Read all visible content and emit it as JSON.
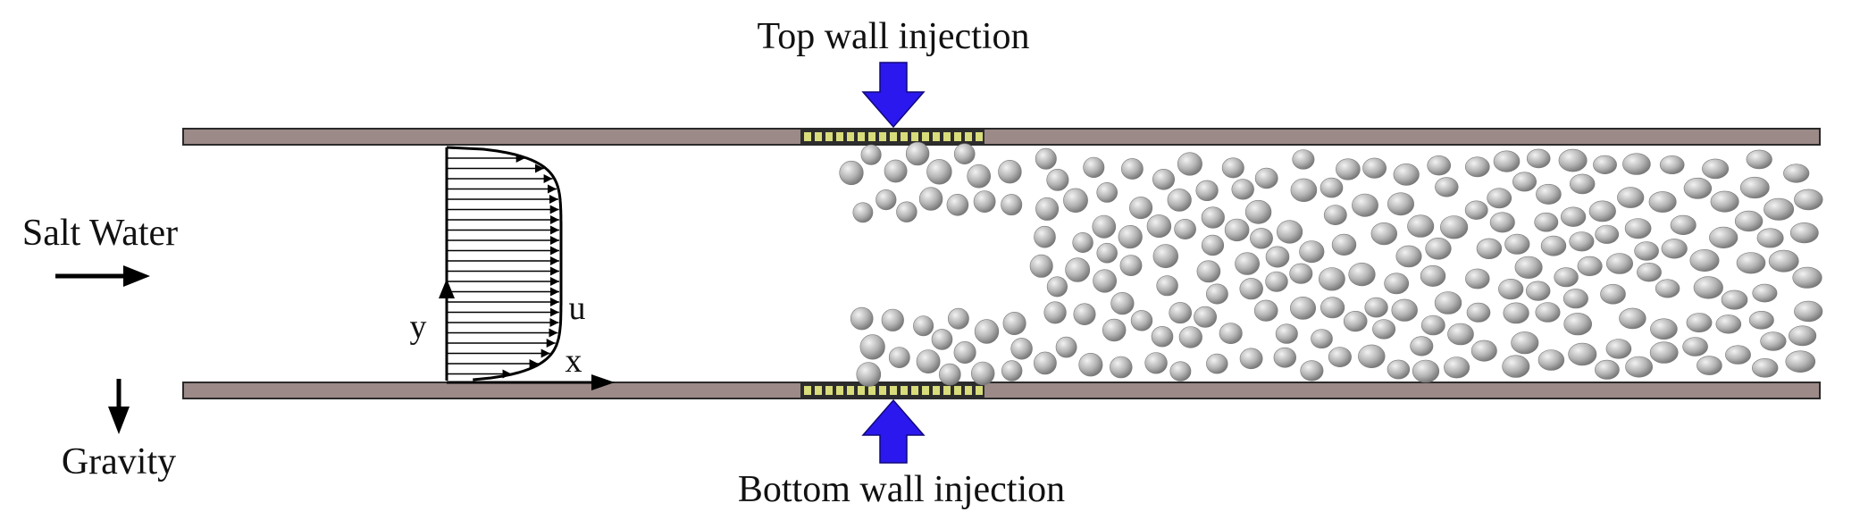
{
  "labels": {
    "top_injection": "Top wall injection",
    "bottom_injection": "Bottom wall injection",
    "salt_water": "Salt Water",
    "gravity": "Gravity",
    "axis_x": "x",
    "axis_y": "y",
    "velocity": "u"
  },
  "colors": {
    "wall": "#9c8a88",
    "injector_fill": "#d9dc7a",
    "injection_arrow": "#2b18ee",
    "bubble_light": "#f2f2f2",
    "bubble_dark": "#6e6e6e"
  },
  "icons": {
    "injection_arrow": "blue-down-arrow",
    "flow_arrow": "right-arrow",
    "gravity_arrow": "down-arrow"
  }
}
